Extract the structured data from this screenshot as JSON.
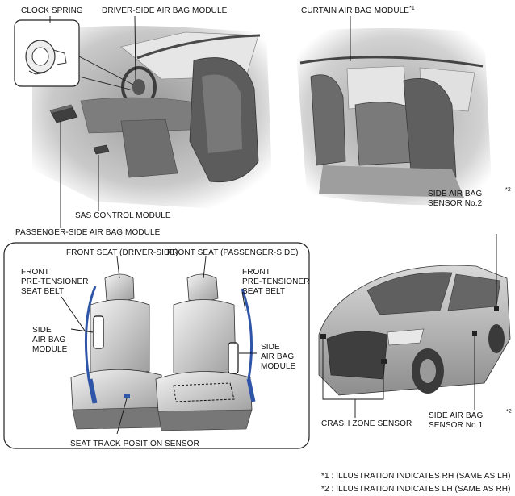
{
  "labels": {
    "clock_spring": "CLOCK SPRING",
    "driver_air_bag": "DRIVER-SIDE AIR BAG MODULE",
    "curtain_air_bag": "CURTAIN AIR BAG MODULE",
    "curtain_note_mark": "*1",
    "side_sensor_no2": "SIDE AIR BAG\nSENSOR No.2",
    "side_sensor_no2_mark": "*2",
    "sas_control": "SAS CONTROL MODULE",
    "passenger_air_bag": "PASSENGER-SIDE AIR BAG MODULE",
    "front_seat_driver": "FRONT SEAT (DRIVER-SIDE)",
    "front_seat_passenger": "FRONT SEAT (PASSENGER-SIDE)",
    "pretensioner_left": "FRONT\nPRE-TENSIONER\nSEAT BELT",
    "pretensioner_right": "FRONT\nPRE-TENSIONER\nSEAT BELT",
    "side_module_left": "SIDE\nAIR BAG\nMODULE",
    "side_module_right": "SIDE\nAIR BAG\nMODULE",
    "seat_track_sensor": "SEAT TRACK POSITION SENSOR",
    "crash_zone_sensor": "CRASH ZONE SENSOR",
    "side_sensor_no1": "SIDE AIR BAG\nSENSOR No.1",
    "side_sensor_no1_mark": "*2"
  },
  "footnotes": [
    "*1 : ILLUSTRATION INDICATES RH (SAME AS LH)",
    "*2 : ILLUSTRATION INDICATES LH (SAME AS RH)"
  ],
  "colors": {
    "component_highlight": "#2f55a8",
    "interior_shade": "#cfcfcf",
    "interior_dark": "#8a8a8a"
  }
}
